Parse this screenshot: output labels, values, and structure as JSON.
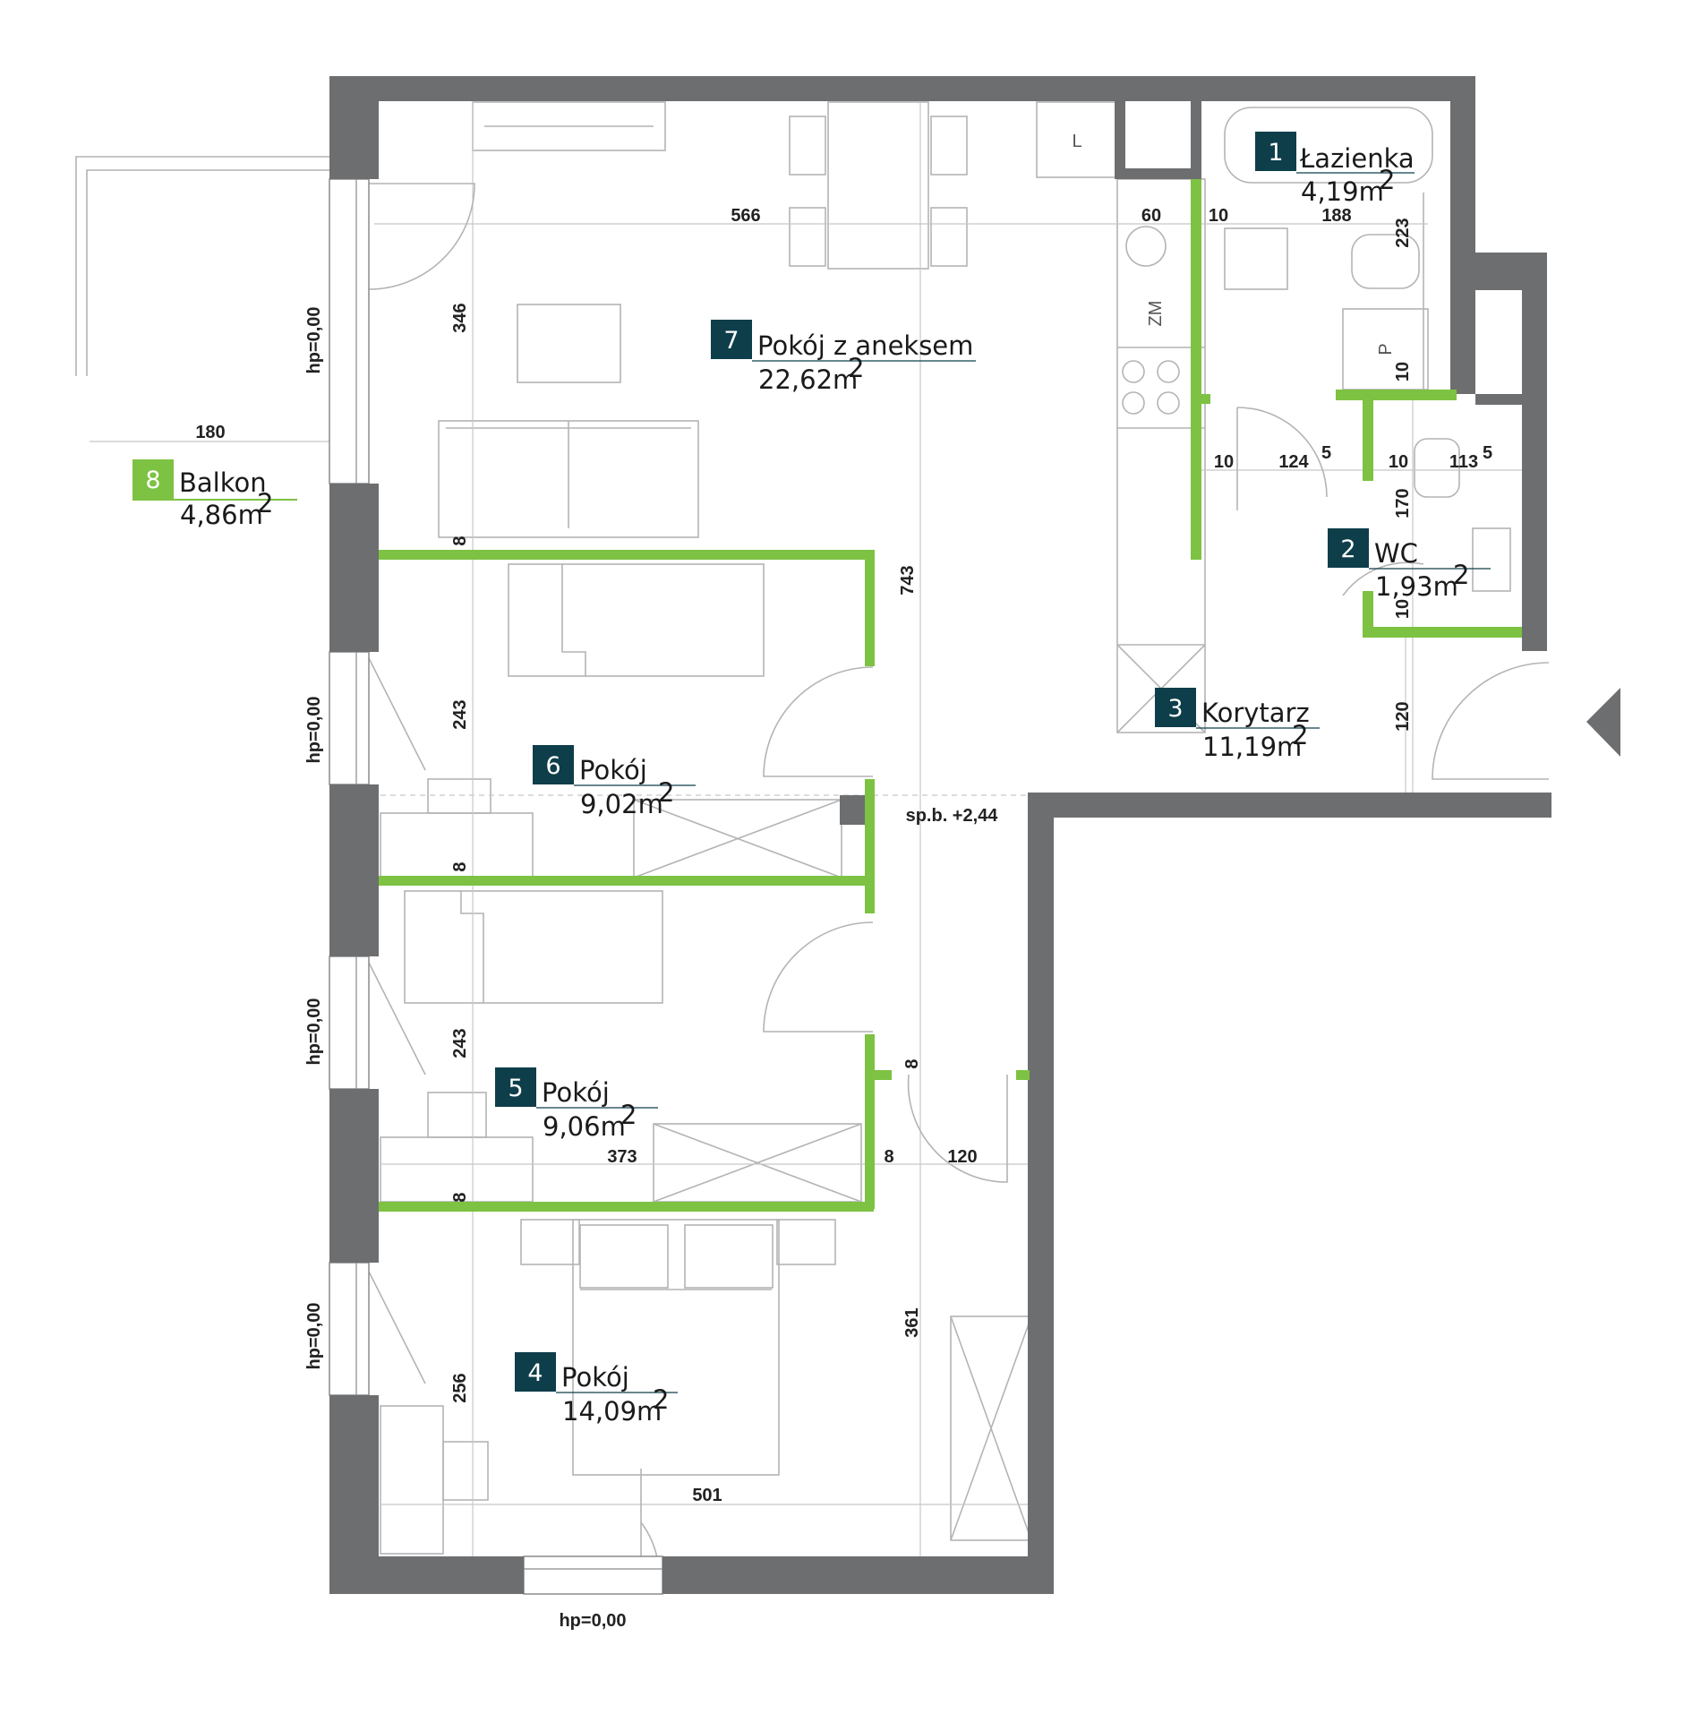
{
  "colors": {
    "wall": "#6d6e70",
    "new_wall": "#7dc242",
    "room_badge": "#0e3e4a",
    "balcony_badge": "#7dc242",
    "furniture": "#b4b4b4",
    "text": "#1a1a1a"
  },
  "icons": {
    "entrance": "entrance-arrow-icon"
  },
  "rooms": [
    {
      "num": "1",
      "name": "Łazienka",
      "area": "4,19m",
      "sup": "2"
    },
    {
      "num": "2",
      "name": "WC",
      "area": "1,93m",
      "sup": "2"
    },
    {
      "num": "3",
      "name": "Korytarz",
      "area": "11,19m",
      "sup": "2"
    },
    {
      "num": "4",
      "name": "Pokój",
      "area": "14,09m",
      "sup": "2"
    },
    {
      "num": "5",
      "name": "Pokój",
      "area": "9,06m",
      "sup": "2"
    },
    {
      "num": "6",
      "name": "Pokój",
      "area": "9,02m",
      "sup": "2"
    },
    {
      "num": "7",
      "name": "Pokój z aneksem",
      "area": "22,62m",
      "sup": "2"
    },
    {
      "num": "8",
      "name": "Balkon",
      "area": "4,86m",
      "sup": "2"
    }
  ],
  "dims": {
    "d566": "566",
    "d60": "60",
    "d10a": "10",
    "d188": "188",
    "d223": "223",
    "d346": "346",
    "d10b": "10",
    "d180": "180",
    "d10c": "10",
    "d124": "124",
    "d124sup": "5",
    "d10d": "10",
    "d113": "113",
    "d113sup": "5",
    "d170": "170",
    "d8a": "8",
    "d743": "743",
    "d10e": "10",
    "d243a": "243",
    "d120a": "120",
    "d8b": "8",
    "d243b": "243",
    "d8c": "8",
    "d373": "373",
    "d8d": "8",
    "d120b": "120",
    "d8e": "8",
    "d361": "361",
    "d256": "256",
    "d501": "501"
  },
  "levels": {
    "hp1": "hp=0,00",
    "hp2": "hp=0,00",
    "hp3": "hp=0,00",
    "hp4": "hp=0,00",
    "hp5": "hp=0,00",
    "spb": "sp.b. +2,44"
  },
  "fixtures": {
    "L": "L",
    "ZM": "ZM",
    "P": "P"
  }
}
